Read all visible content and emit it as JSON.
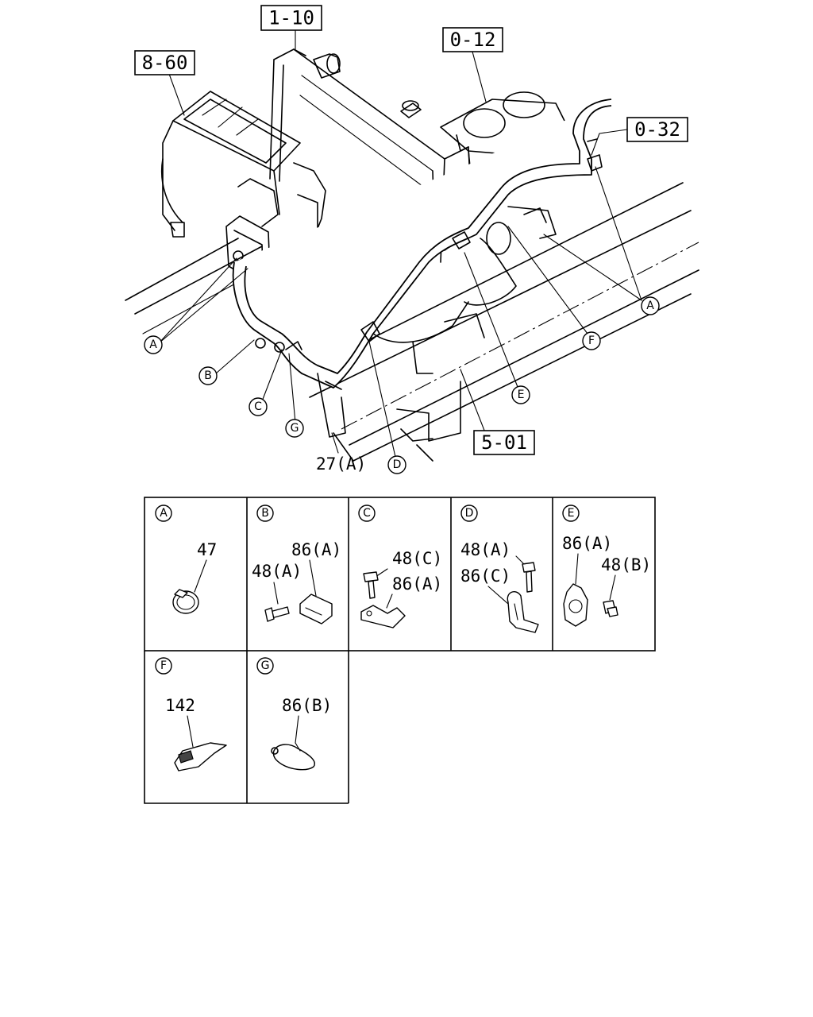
{
  "refs": {
    "r1": "1-10",
    "r2": "8-60",
    "r3": "0-12",
    "r4": "0-32",
    "r5": "5-01"
  },
  "callouts": {
    "a_left": "A",
    "a_right": "A",
    "b": "B",
    "c": "C",
    "d": "D",
    "e": "E",
    "f": "F",
    "g": "G",
    "hose_part": "27(A)"
  },
  "detail": {
    "A": {
      "letter": "A",
      "parts": [
        "47"
      ]
    },
    "B": {
      "letter": "B",
      "parts": [
        "86(A)",
        "48(A)"
      ]
    },
    "C": {
      "letter": "C",
      "parts": [
        "48(C)",
        "86(A)"
      ]
    },
    "D": {
      "letter": "D",
      "parts": [
        "48(A)",
        "86(C)"
      ]
    },
    "E": {
      "letter": "E",
      "parts": [
        "86(A)",
        "48(B)"
      ]
    },
    "F": {
      "letter": "F",
      "parts": [
        "142"
      ]
    },
    "G": {
      "letter": "G",
      "parts": [
        "86(B)"
      ]
    }
  }
}
